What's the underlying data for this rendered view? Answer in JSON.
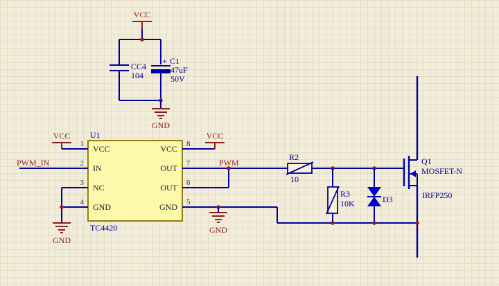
{
  "colors": {
    "background": "#f2edda",
    "grid": "#e5ddc4",
    "wire": "#0000a2",
    "power_and_net": "#8b1f1f",
    "ic_body_fill": "#fdf9ac",
    "ic_body_border": "#8a7200",
    "diode_fill": "#0202c8"
  },
  "power": {
    "vcc": "VCC",
    "gnd": "GND"
  },
  "caps": {
    "cc4_ref": "CC4",
    "cc4_val": "104",
    "plus": "+",
    "c1_ref": "C1",
    "c1_val": "47uF",
    "c1_volt": "50V"
  },
  "ic": {
    "ref": "U1",
    "part": "TC4420",
    "pins_left": [
      {
        "num": "1",
        "name": "VCC"
      },
      {
        "num": "2",
        "name": "IN"
      },
      {
        "num": "3",
        "name": "NC"
      },
      {
        "num": "4",
        "name": "GND"
      }
    ],
    "pins_right": [
      {
        "num": "8",
        "name": "VCC"
      },
      {
        "num": "7",
        "name": "OUT"
      },
      {
        "num": "6",
        "name": "OUT"
      },
      {
        "num": "5",
        "name": "GND"
      }
    ]
  },
  "nets": {
    "pwm_in": "PWM_IN",
    "pwm": "PWM"
  },
  "r2": {
    "ref": "R2",
    "value": "10"
  },
  "r3": {
    "ref": "R3",
    "value": "10K"
  },
  "d3": {
    "ref": "D3"
  },
  "q1": {
    "ref": "Q1",
    "type": "MOSFET-N",
    "part": "IRFP250"
  }
}
